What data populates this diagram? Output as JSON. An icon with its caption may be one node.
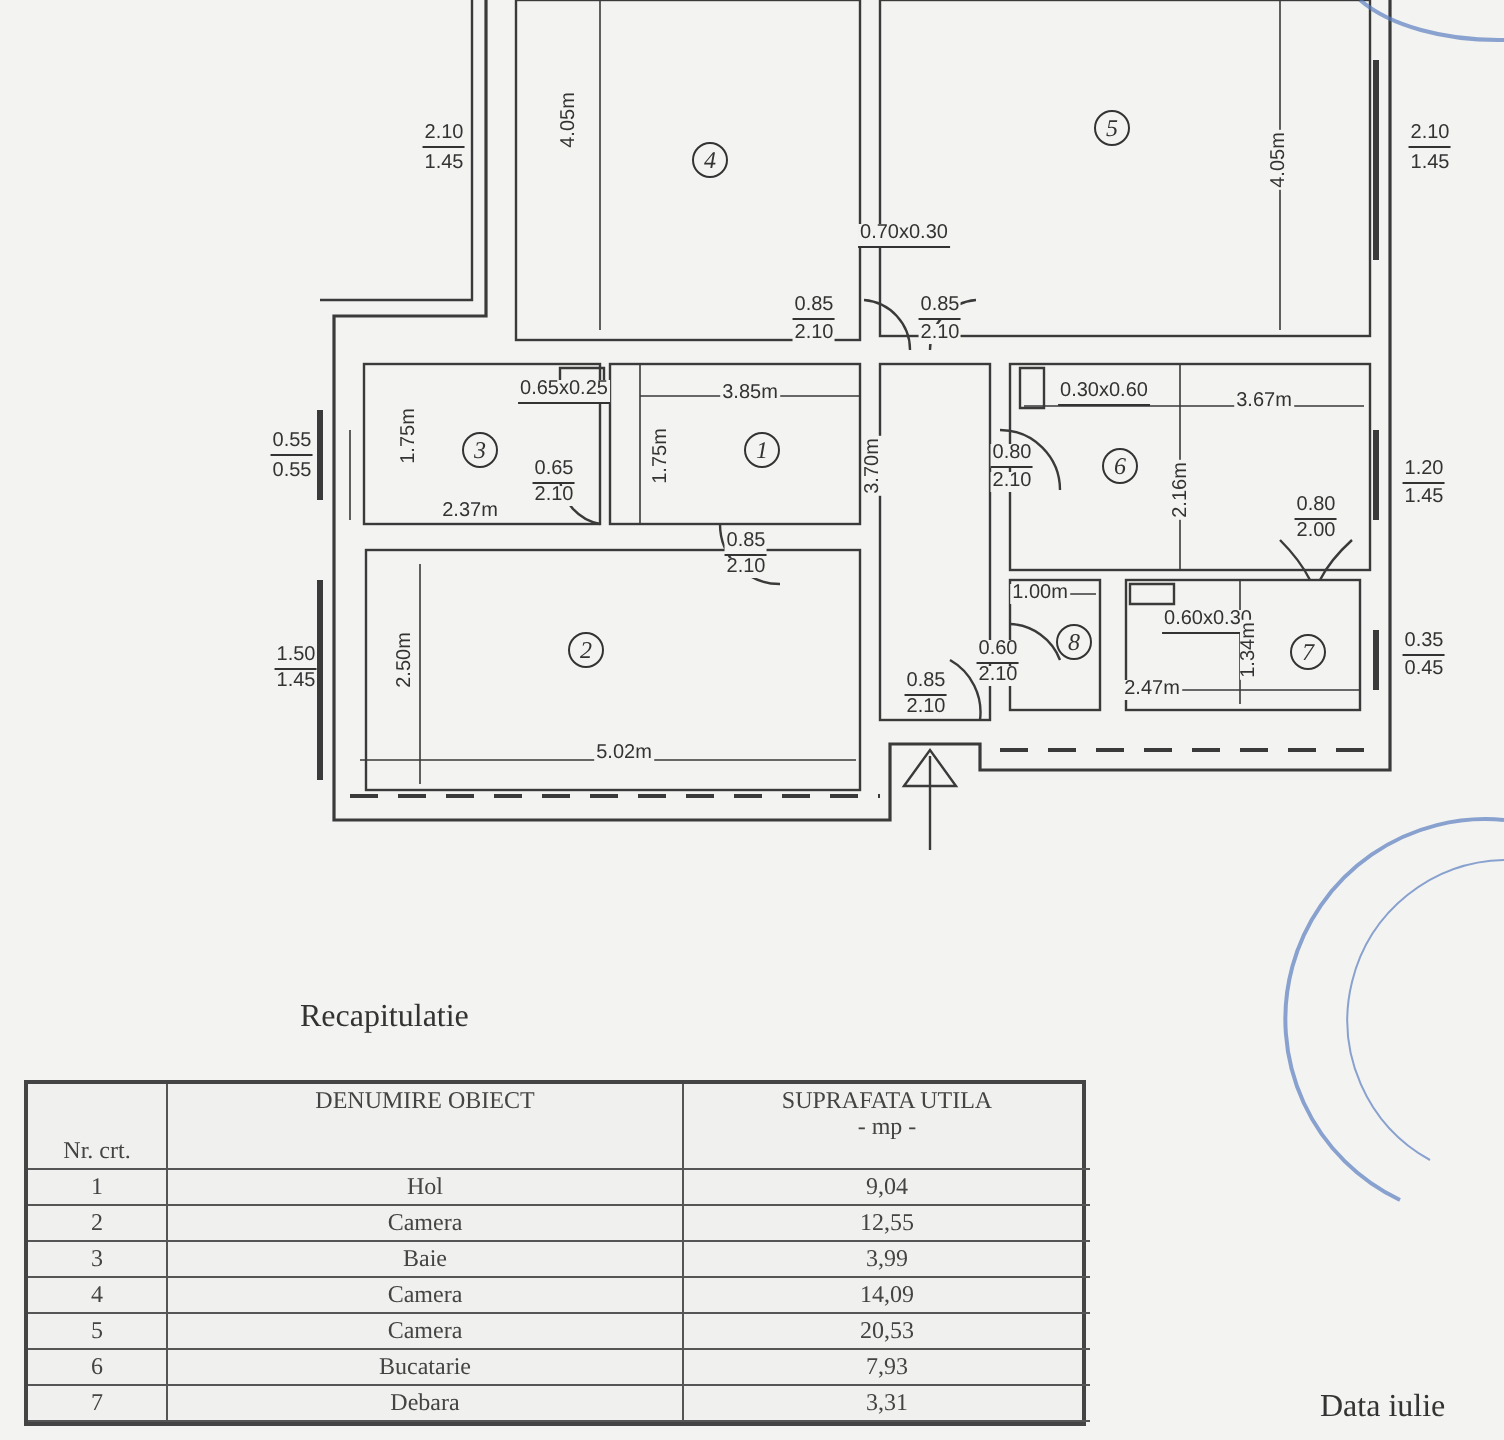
{
  "diagram": {
    "labels": [
      "2.10",
      "1.45",
      "4.05m",
      "4",
      "5",
      "4.05m",
      "2.10",
      "1.45",
      "0.70x0.30",
      "0.85",
      "2.10",
      "0.85",
      "2.10",
      "0.65x0.25",
      "3.85m",
      "0.30x0.60",
      "3.67m",
      "1.75m",
      "1.75m",
      "3.70m",
      "0.55",
      "0.55",
      "3",
      "1",
      "6",
      "0.80",
      "2.10",
      "1.20",
      "1.45",
      "0.65",
      "2.10",
      "2.16m",
      "2.37m",
      "0.85",
      "2.10",
      "0.80",
      "2.00",
      "1.00m",
      "0.60x0.30",
      "1.50",
      "2.50m",
      "2",
      "0.60",
      "8",
      "1.34m",
      "7",
      "0.35",
      "1.45",
      "0.85",
      "2.10",
      "2.47m",
      "0.45",
      "2.10",
      "5.02m",
      "Recapitulatie",
      "Nr. crt.",
      "DENUMIRE OBIECT",
      "SUPRAFATA UTILA",
      "- mp -",
      "1",
      "Hol",
      "9,04",
      "2",
      "Camera",
      "12,55",
      "3",
      "Baie",
      "3,99",
      "4",
      "Camera",
      "14,09",
      "5",
      "Camera",
      "20,53",
      "6",
      "Bucatarie",
      "7,93",
      "7",
      "Debara",
      "3,31",
      "Data iulie"
    ]
  }
}
